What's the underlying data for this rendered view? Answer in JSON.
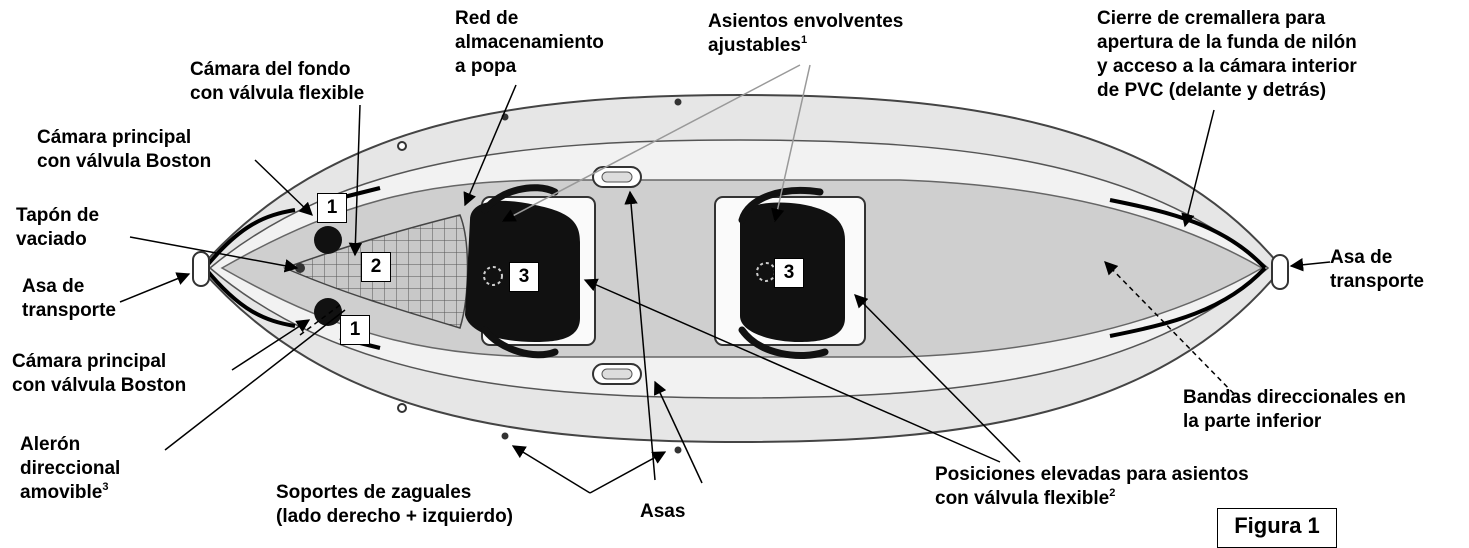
{
  "labels": {
    "stern_net": [
      "Red de",
      "almacenamiento",
      "a popa"
    ],
    "seats": [
      "Asientos envolventes",
      "ajustables"
    ],
    "seats_sup": "1",
    "zipper": [
      "Cierre de cremallera para",
      "apertura de la funda de nilón",
      "y acceso a la cámara interior",
      "de PVC (delante y detrás)"
    ],
    "floor_chamber": [
      "Cámara del fondo",
      "con válvula flexible"
    ],
    "main_chamber_top": [
      "Cámara principal",
      "con válvula Boston"
    ],
    "drain_plug": [
      "Tapón de",
      "vaciado"
    ],
    "carry_handle_left": [
      "Asa de",
      "transporte"
    ],
    "carry_handle_right": [
      "Asa de",
      "transporte"
    ],
    "main_chamber_bottom": [
      "Cámara principal",
      "con válvula Boston"
    ],
    "fin": [
      "Alerón",
      "direccional",
      "amovible"
    ],
    "fin_sup": "3",
    "paddle_holders": [
      "Soportes de zaguales",
      "(lado derecho + izquierdo)"
    ],
    "handles": "Asas",
    "seat_positions": [
      "Posiciones elevadas para asientos",
      "con válvula flexible"
    ],
    "seat_positions_sup": "2",
    "tracking_strips": [
      "Bandas direccionales en",
      "la parte inferior"
    ]
  },
  "badges": {
    "b1_top": "1",
    "b2": "2",
    "b1_bottom": "1",
    "b3_left": "3",
    "b3_right": "3"
  },
  "figure_label": "Figura 1"
}
